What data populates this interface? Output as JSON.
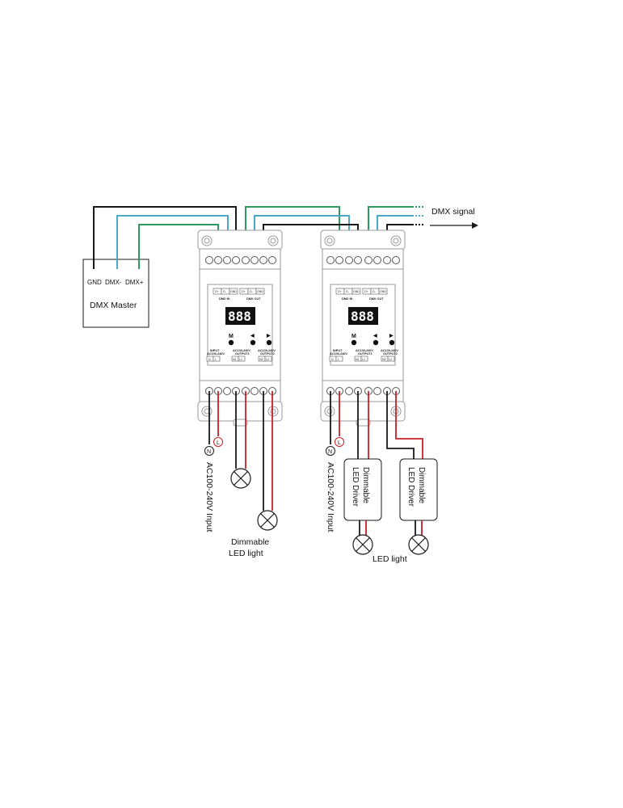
{
  "colors": {
    "black": "#1a1a1a",
    "blue": "#4aa8c8",
    "green": "#2f9a5f",
    "red": "#c42026",
    "device_outline": "#9a9a9a",
    "display_bg": "#111111"
  },
  "dmx_master": {
    "title": "DMX Master",
    "terminals": [
      "GND",
      "DMX-",
      "DMX+"
    ]
  },
  "dmx_signal_label": "DMX signal",
  "decoders": [
    {
      "display": "888",
      "buttons": [
        "M",
        "◀",
        "▶"
      ],
      "dmx_terminals": [
        "D+",
        "D-",
        "GND",
        "D+",
        "D-",
        "GND"
      ],
      "dmx_in_label": "DMX IN",
      "dmx_out_label": "DMX OUT",
      "input_label": [
        "INPUT",
        "AC100-240V"
      ],
      "out1_label": [
        "AC100-240V",
        "OUTPUT1"
      ],
      "out2_label": [
        "AC100-240V",
        "OUTPUT2"
      ],
      "bottom_terminals": [
        "N",
        "L",
        "N1",
        "L1",
        "N2",
        "L2"
      ]
    },
    {
      "display": "888",
      "buttons": [
        "M",
        "◀",
        "▶"
      ],
      "dmx_terminals": [
        "D+",
        "D-",
        "GND",
        "D+",
        "D-",
        "GND"
      ],
      "dmx_in_label": "DMX IN",
      "dmx_out_label": "DMX OUT",
      "input_label": [
        "INPUT",
        "AC100-240V"
      ],
      "out1_label": [
        "AC100-240V",
        "OUTPUT1"
      ],
      "out2_label": [
        "AC100-240V",
        "OUTPUT2"
      ],
      "bottom_terminals": [
        "N",
        "L",
        "N1",
        "L1",
        "N2",
        "L2"
      ]
    }
  ],
  "neutral_symbol": "N",
  "live_symbol": "L",
  "ac_input_label": "AC100-240V Input",
  "dimmable_light_label": [
    "Dimmable",
    "LED light"
  ],
  "led_driver_label": [
    "Dimmable",
    "LED Driver"
  ],
  "led_light_label": "LED light"
}
